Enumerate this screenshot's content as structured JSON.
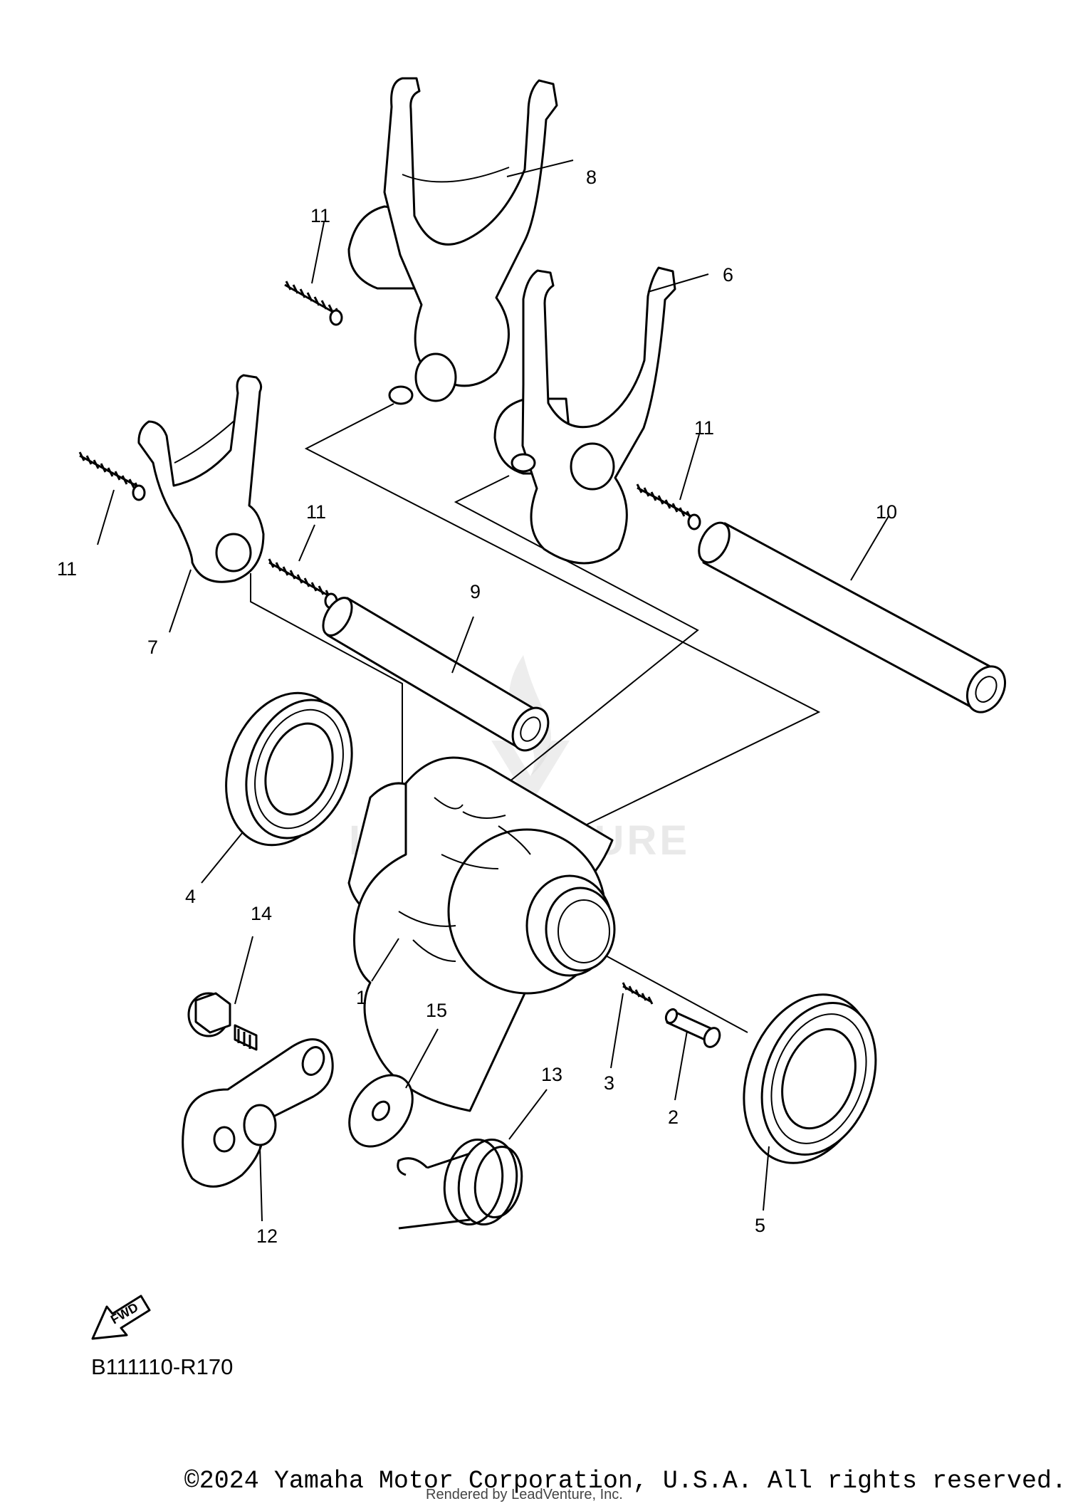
{
  "diagram": {
    "callouts": {
      "c1": "1",
      "c2": "2",
      "c3": "3",
      "c4": "4",
      "c5": "5",
      "c6": "6",
      "c7": "7",
      "c8": "8",
      "c9": "9",
      "c10": "10",
      "c11a": "11",
      "c11b": "11",
      "c11c": "11",
      "c11d": "11",
      "c12": "12",
      "c13": "13",
      "c14": "14",
      "c15": "15"
    },
    "fwd_label": "FWD",
    "ref_code": "B111110-R170",
    "watermark": "LEADVENTURE"
  },
  "footer": {
    "copyright": "©2024 Yamaha Motor Corporation, U.S.A. All rights reserved.",
    "rendered_by": "Rendered by LeadVenture, Inc."
  }
}
